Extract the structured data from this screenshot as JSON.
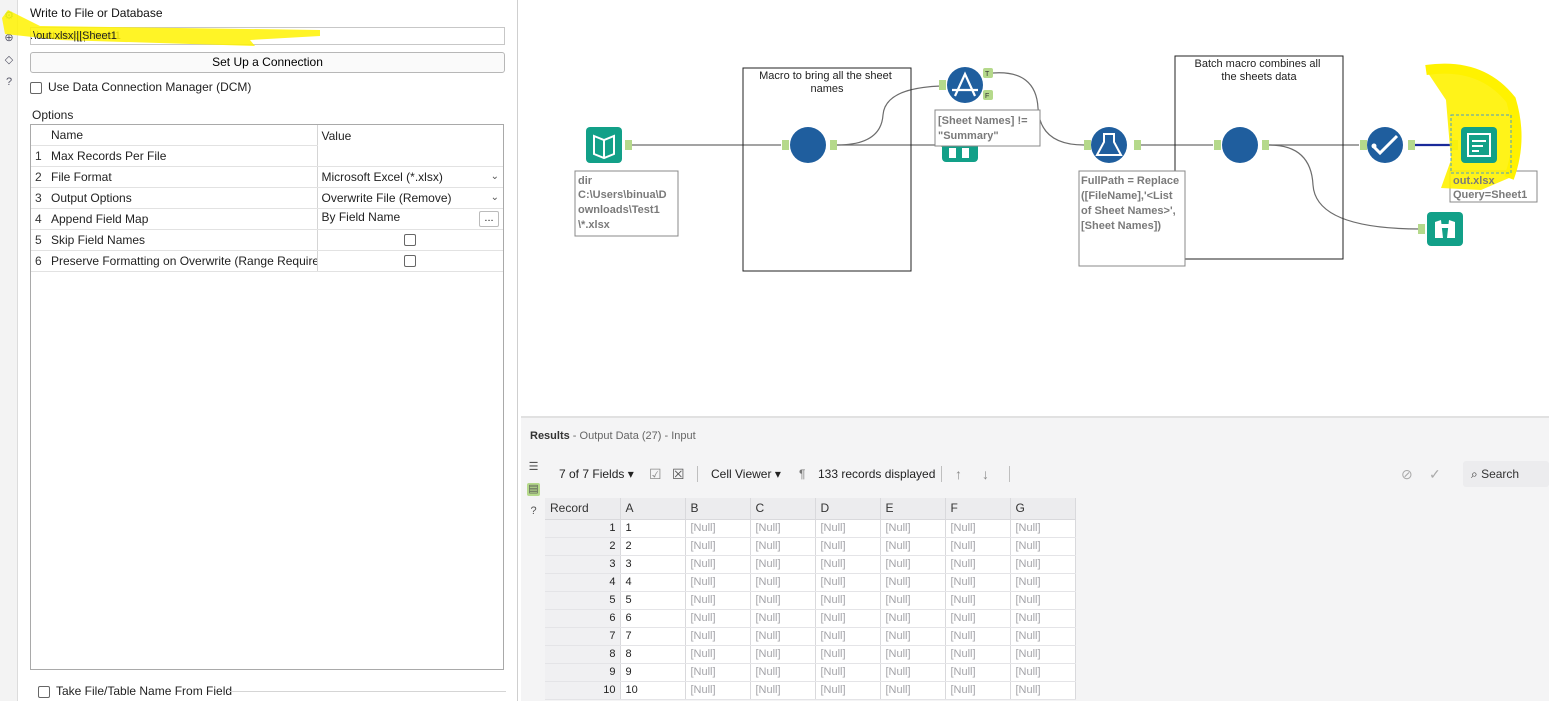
{
  "config": {
    "title": "Write to File or Database",
    "path_value": ".\\out.xlsx|||Sheet1",
    "connection_button": "Set Up a Connection",
    "dcm_label": "Use Data Connection Manager (DCM)",
    "options_label": "Options",
    "grid_header": {
      "name": "Name",
      "value": "Value"
    },
    "rows": [
      {
        "num": "1",
        "name": "Max Records Per File",
        "value": ""
      },
      {
        "num": "2",
        "name": "File Format",
        "value": "Microsoft Excel (*.xlsx)"
      },
      {
        "num": "3",
        "name": "Output Options",
        "value": "Overwrite File (Remove)"
      },
      {
        "num": "4",
        "name": "Append Field Map",
        "value": "By Field Name",
        "button": "..."
      },
      {
        "num": "5",
        "name": "Skip Field Names",
        "value": ""
      },
      {
        "num": "6",
        "name": "Preserve Formatting on Overwrite (Range Required)",
        "value": ""
      }
    ],
    "take_file_label": "Take File/Table Name From Field"
  },
  "canvas": {
    "container1_title": "Macro to bring all the sheet names",
    "container2_title": "Batch macro combines all the sheets data",
    "dir_annotation": [
      "dir",
      "C:\\Users\\binua\\D",
      "ownloads\\Test1",
      "\\*.xlsx"
    ],
    "filter_annotation": [
      "[Sheet Names] !=",
      "\"Summary\""
    ],
    "formula_annotation": [
      "FullPath = Replace",
      "([FileName],'<List",
      "of Sheet Names>',",
      "[Sheet Names])"
    ],
    "output_annotation": [
      "out.xlsx",
      "Query=Sheet1"
    ],
    "filter_true": "T",
    "filter_false": "F"
  },
  "results": {
    "label": "Results",
    "subtitle": " - Output Data (27) - Input",
    "fields": "7 of 7 Fields",
    "viewer": "Cell Viewer",
    "records": "133 records displayed",
    "search": "Search",
    "columns": [
      "Record",
      "A",
      "B",
      "C",
      "D",
      "E",
      "F",
      "G"
    ],
    "null_text": "[Null]",
    "row_values": [
      "1",
      "2",
      "3",
      "4",
      "5",
      "6",
      "7",
      "8",
      "9",
      "10"
    ]
  },
  "colors": {
    "highlight": "#fff200",
    "tool_green": "#12a088",
    "tool_blue": "#1f5e9e",
    "anchor": "#b5d98b"
  }
}
